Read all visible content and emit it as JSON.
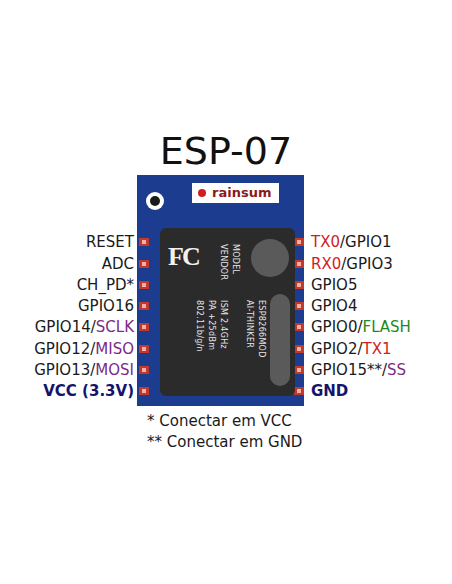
{
  "diagram": {
    "title": "ESP-07",
    "nodes": [
      {
        "text": [
          "rainsum"
        ]
      },
      {
        "text": [
          "FC",
          "MODEL",
          "VENDOR",
          "ISM 2.4GHz",
          "PA +25dBm",
          "802.11b/g/n",
          "ESP8266MOD",
          "AI-THINKER"
        ]
      }
    ],
    "labels": [
      "RESET",
      "ADC",
      "CH_PD*",
      "GPIO16",
      "GPIO14/",
      "SCLK",
      "GPIO12/",
      "MISO",
      "GPIO13/",
      "MOSI",
      "VCC (3.3V)",
      "TX0",
      "/GPIO1",
      "RX0",
      "/GPIO3",
      "GPIO5",
      "GPIO4",
      "GPIO0/",
      "FLASH",
      "GPIO2/",
      "TX1",
      "GPIO15**/",
      "SS",
      "GND",
      "* Conectar em VCC",
      "** Conectar em GND"
    ]
  }
}
